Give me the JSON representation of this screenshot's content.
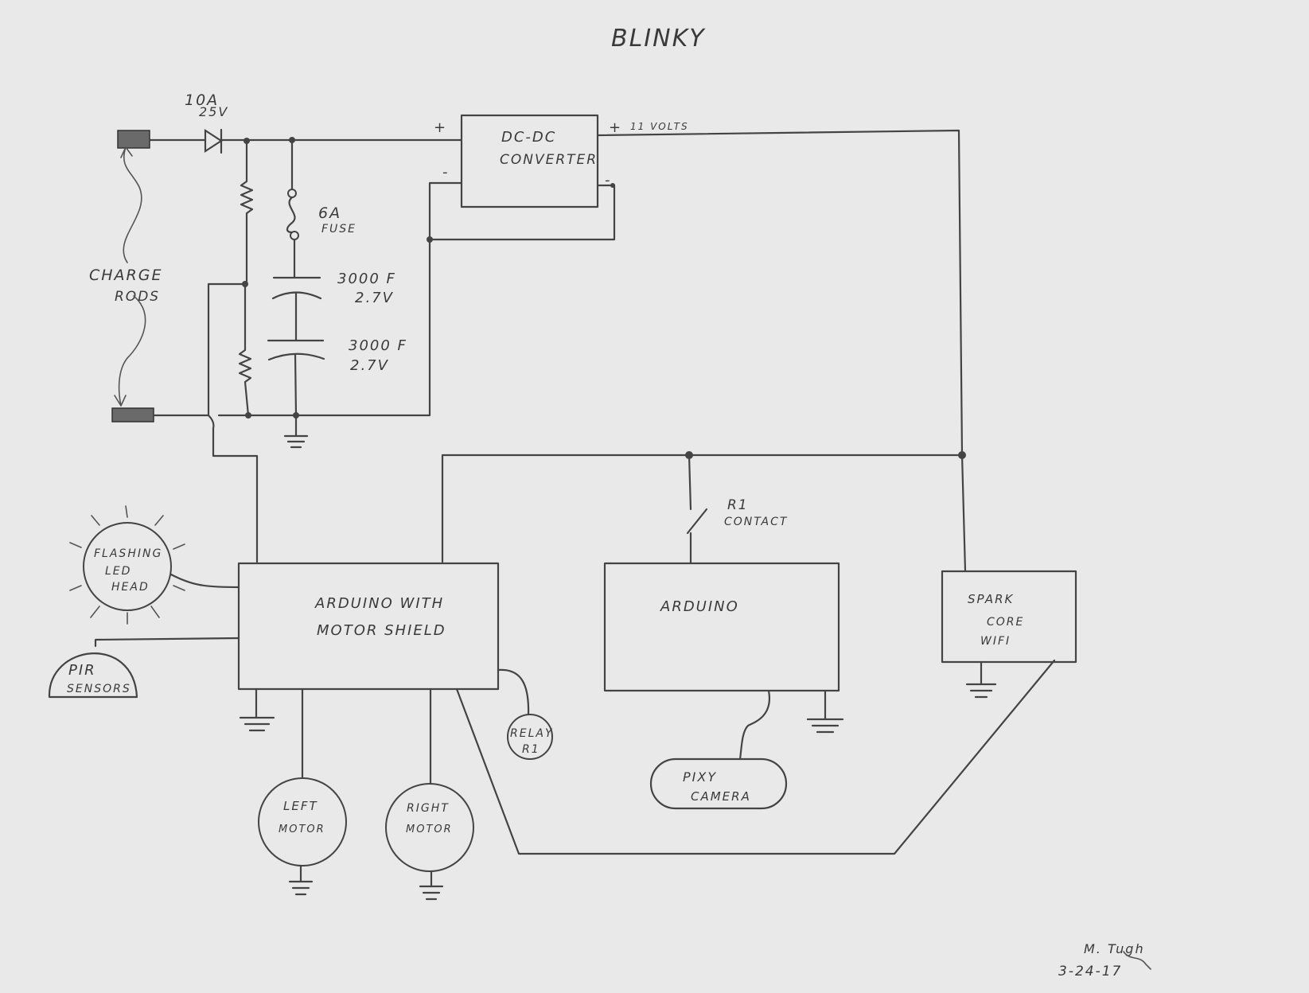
{
  "title": "BLINKY",
  "diode": {
    "line1": "10A",
    "line2": "25V"
  },
  "fuse": {
    "line1": "6A",
    "line2": "FUSE"
  },
  "charge_rods": {
    "line1": "CHARGE",
    "line2": "RODS"
  },
  "cap1": {
    "line1": "3000 F",
    "line2": "2.7V"
  },
  "cap2": {
    "line1": "3000 F",
    "line2": "2.7V"
  },
  "converter": {
    "line1": "DC-DC",
    "line2": "CONVERTER",
    "plus_in": "+",
    "minus_in": "-",
    "plus_out": "+",
    "minus_out": "-",
    "output": "11 VOLTS"
  },
  "relay_contact": {
    "line1": "R1",
    "line2": "CONTACT"
  },
  "led_head": {
    "line1": "FLASHING",
    "line2": "LED",
    "line3": "HEAD"
  },
  "pir": {
    "line1": "PIR",
    "line2": "SENSORS"
  },
  "arduino_motor": {
    "line1": "ARDUINO WITH",
    "line2": "MOTOR SHIELD"
  },
  "arduino": {
    "label": "ARDUINO"
  },
  "spark": {
    "line1": "SPARK",
    "line2": "CORE",
    "line3": "WIFI"
  },
  "relay": {
    "line1": "RELAY",
    "line2": "R1"
  },
  "pixy": {
    "line1": "PIXY",
    "line2": "CAMERA"
  },
  "left_motor": {
    "line1": "LEFT",
    "line2": "MOTOR"
  },
  "right_motor": {
    "line1": "RIGHT",
    "line2": "MOTOR"
  },
  "signature": {
    "name": "M. Tugh",
    "date": "3-24-17"
  }
}
